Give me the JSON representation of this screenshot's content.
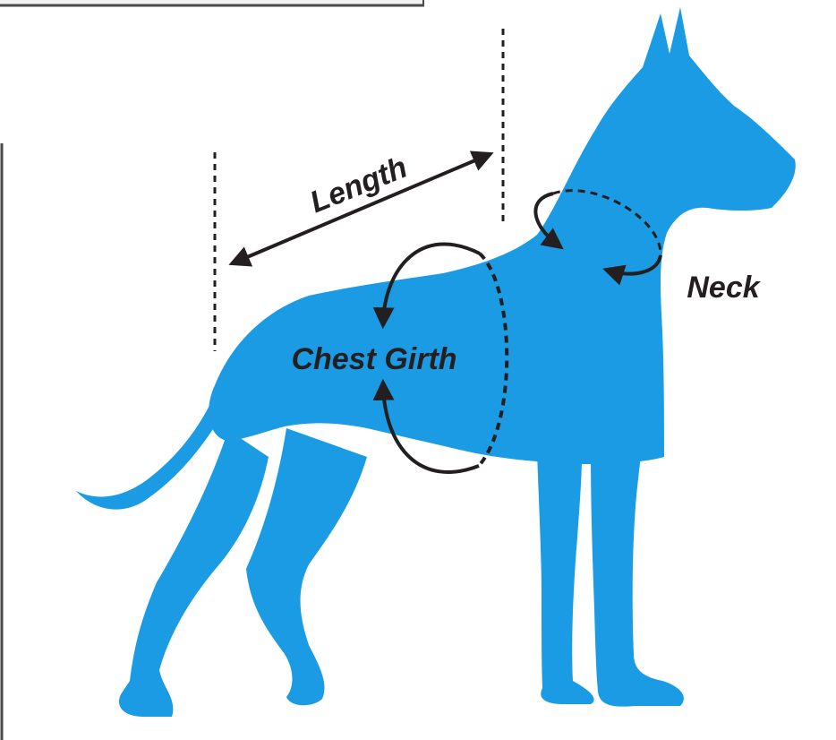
{
  "colors": {
    "dog": "#1a9be3",
    "line": "#231f20",
    "frame": "#4a4a4a",
    "background": "#ffffff"
  },
  "labels": {
    "length": "Length",
    "chest_girth": "Chest Girth",
    "neck": "Neck"
  }
}
